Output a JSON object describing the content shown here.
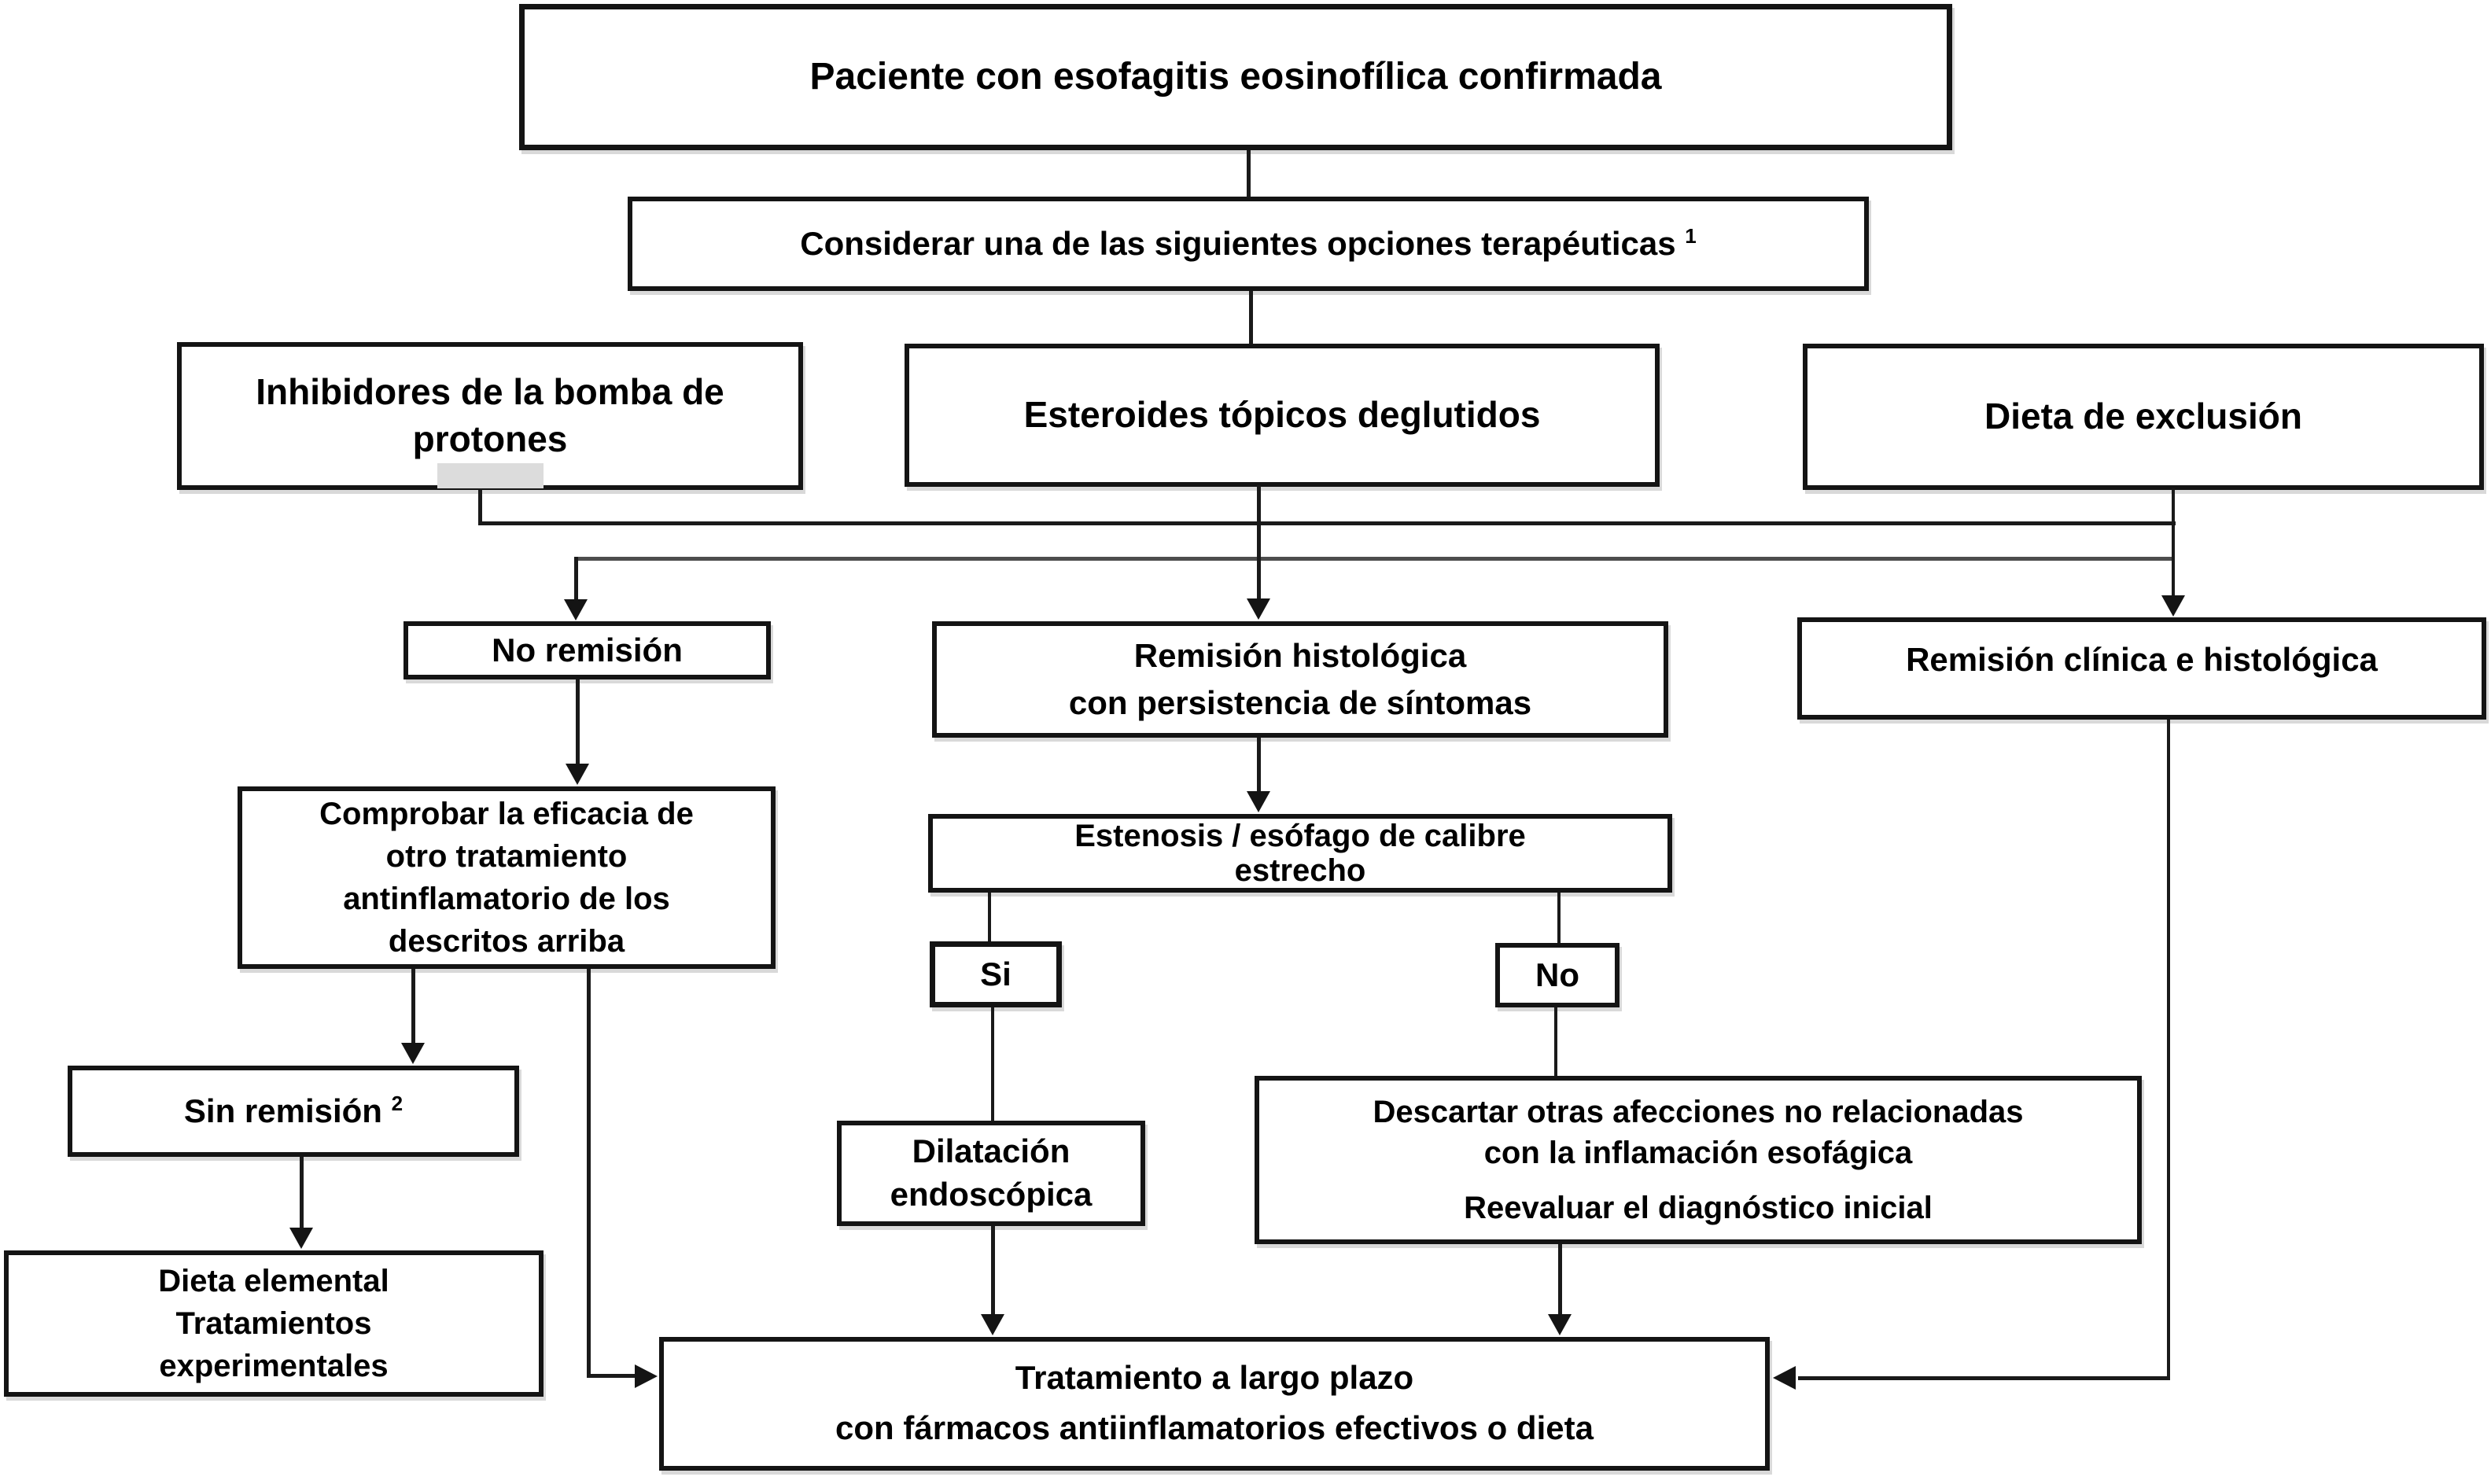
{
  "diagram": {
    "nodes": {
      "paciente": {
        "label": "Paciente con esofagitis eosinofílica confirmada"
      },
      "considerar": {
        "label": "Considerar una de las siguientes opciones terapéuticas",
        "superscript": "1"
      },
      "ibp": {
        "lines": [
          "Inhibidores de la bomba de",
          "protones"
        ]
      },
      "esteroides": {
        "label": "Esteroides tópicos deglutidos"
      },
      "dieta_exclusion": {
        "label": "Dieta de exclusión"
      },
      "no_remision": {
        "label": "No remisión"
      },
      "remision_histologica": {
        "lines": [
          "Remisión histológica",
          "con persistencia de síntomas"
        ]
      },
      "remision_clinica": {
        "label": "Remisión clínica e histológica"
      },
      "comprobar": {
        "lines": [
          "Comprobar la eficacia de",
          "otro tratamiento",
          "antinflamatorio de los",
          "descritos arriba"
        ]
      },
      "estenosis": {
        "lines": [
          "Estenosis / esófago de calibre",
          "estrecho"
        ]
      },
      "si": {
        "label": "Si"
      },
      "no": {
        "label": "No"
      },
      "sin_remision": {
        "label": "Sin  remisión",
        "superscript": "2"
      },
      "dilatacion": {
        "lines": [
          "Dilatación",
          "endoscópica"
        ]
      },
      "descartar": {
        "lines": [
          "Descartar otras afecciones no relacionadas",
          "con la inflamación esofágica",
          "Reevaluar el diagnóstico inicial"
        ]
      },
      "dieta_elemental": {
        "lines": [
          "Dieta elemental",
          "Tratamientos",
          "experimentales"
        ]
      },
      "tratamiento": {
        "lines": [
          "Tratamiento a largo plazo",
          "con fármacos  antiinflamatorios efectivos o dieta"
        ]
      }
    },
    "colors": {
      "line": "#1a1a1a",
      "bus_gray": "#4d4d4d",
      "box_border": "#141414",
      "background": "#ffffff",
      "text": "#000000",
      "highlight": "#dcdcdc"
    }
  }
}
